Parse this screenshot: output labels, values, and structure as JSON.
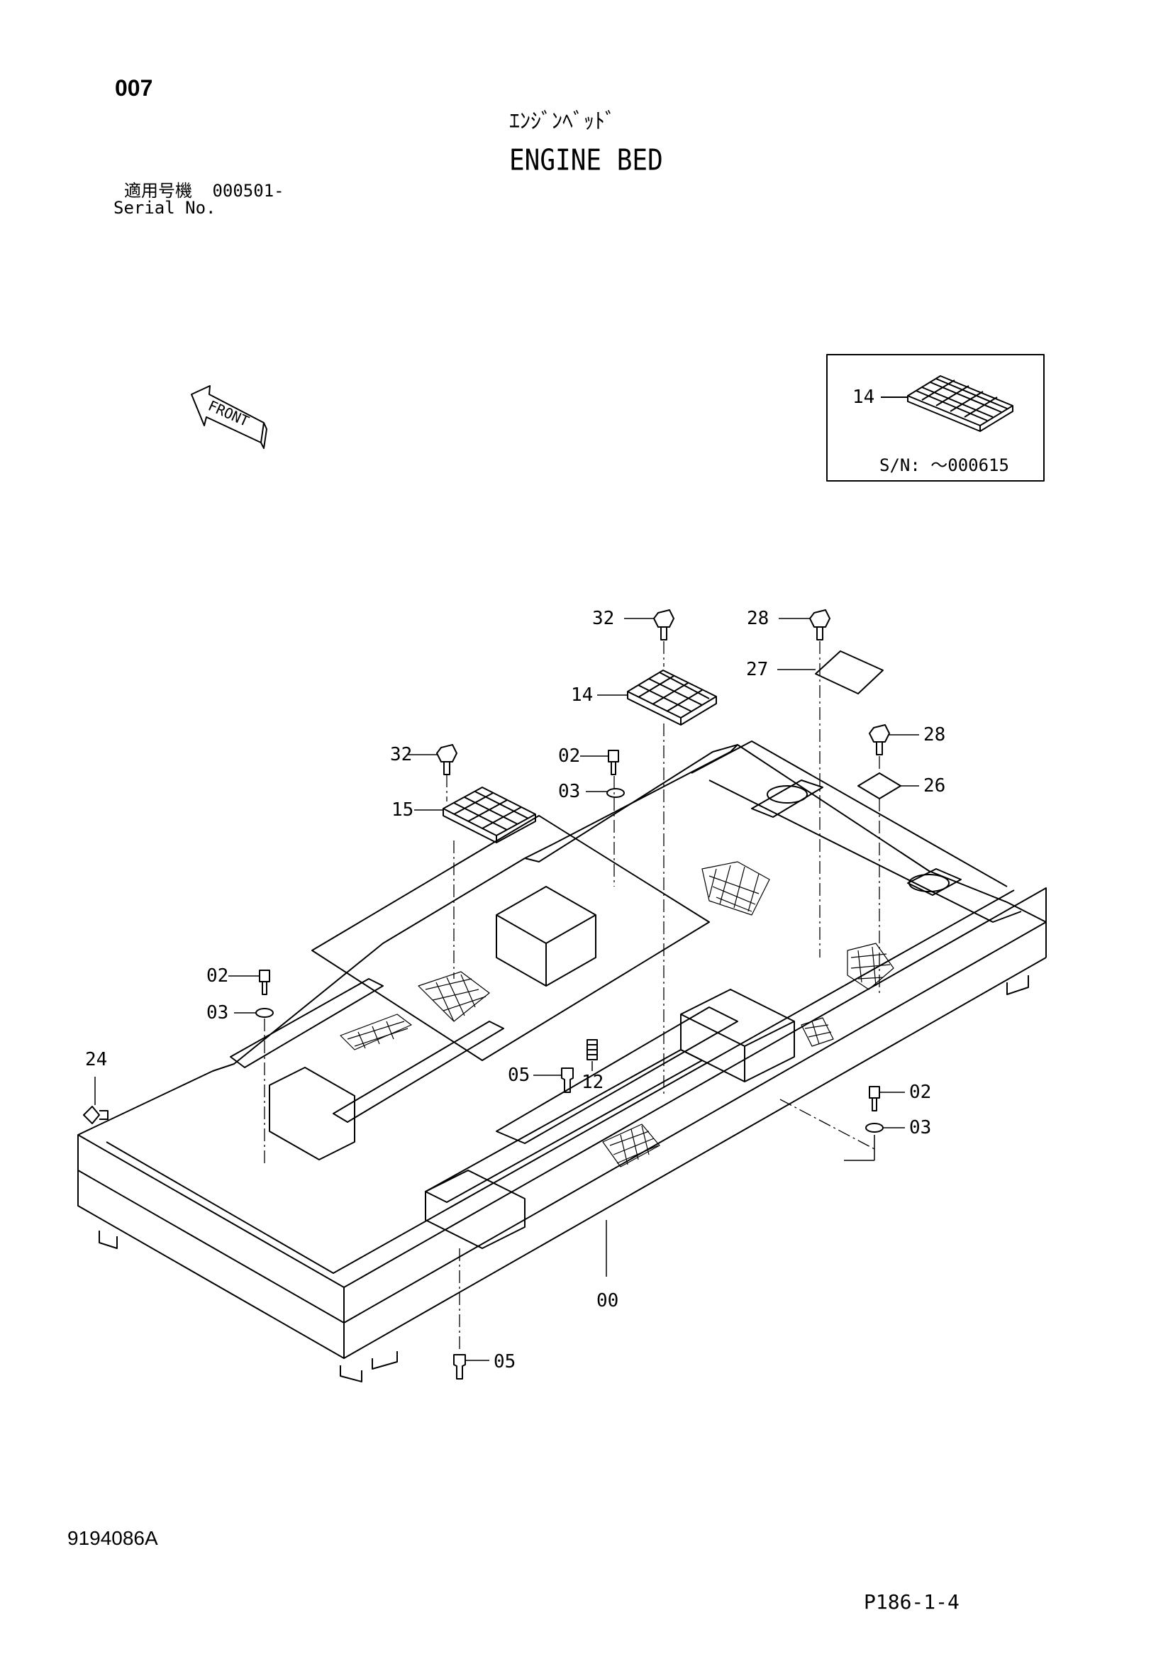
{
  "header": {
    "page_number": "007",
    "title_jp": "ｴﾝｼﾞﾝﾍﾞｯﾄﾞ",
    "title_en": "ENGINE BED",
    "serial_label_jp": "適用号機",
    "serial_value": "000501-",
    "serial_label_en": "Serial No."
  },
  "front_indicator": "FRONT",
  "inset": {
    "part_label": "14",
    "sn_note": "S/N: ～000615"
  },
  "callouts": {
    "c32a": "32",
    "c32b": "32",
    "c28a": "28",
    "c28b": "28",
    "c27": "27",
    "c26": "26",
    "c14": "14",
    "c15": "15",
    "c02a": "02",
    "c02b": "02",
    "c02c": "02",
    "c03a": "03",
    "c03b": "03",
    "c03c": "03",
    "c24": "24",
    "c05a": "05",
    "c05b": "05",
    "c12": "12",
    "c00": "00"
  },
  "footer": {
    "doc_id": "9194086A",
    "page_ref": "P186-1-4"
  }
}
